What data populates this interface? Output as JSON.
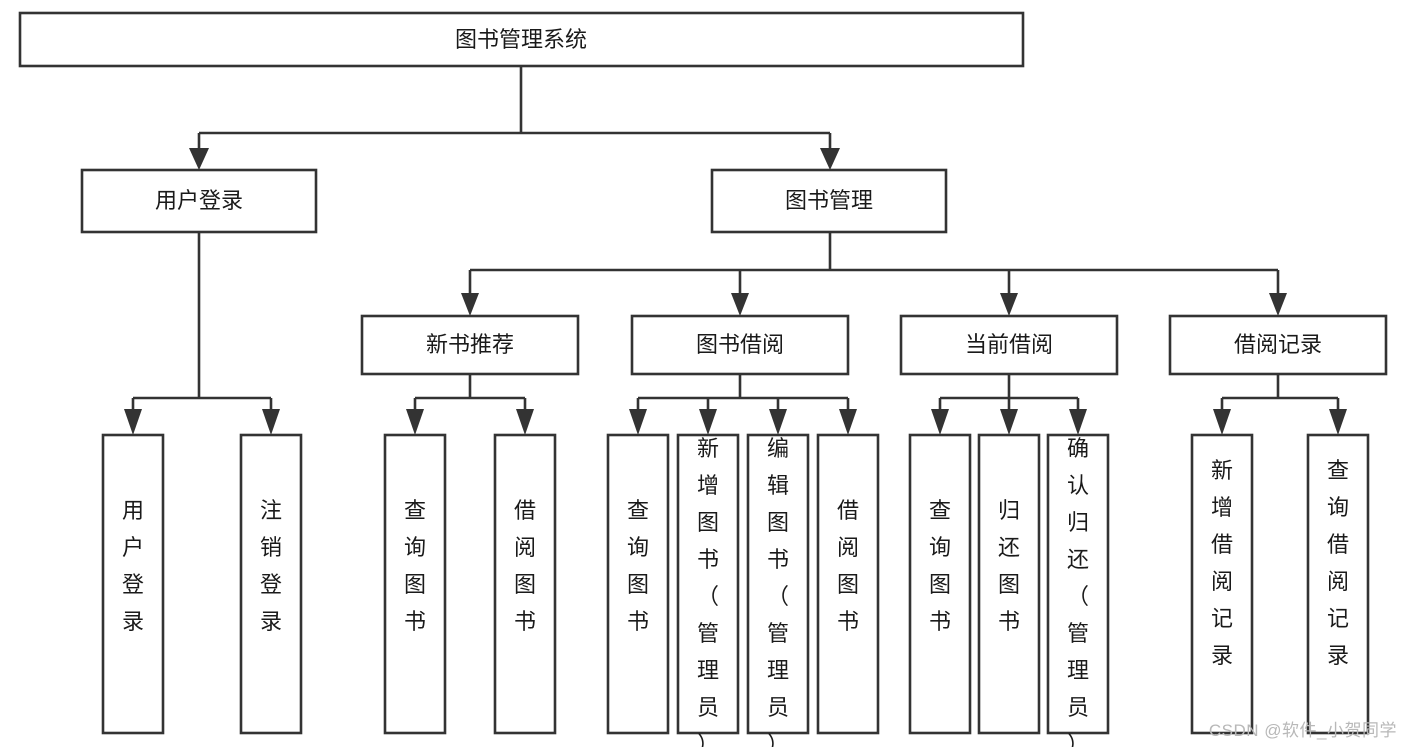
{
  "diagram": {
    "type": "tree-hierarchy",
    "orientation": "top-down",
    "root": {
      "id": "root",
      "label": "图书管理系统"
    },
    "level2": [
      {
        "id": "user-login",
        "label": "用户登录"
      },
      {
        "id": "book-manage",
        "label": "图书管理"
      }
    ],
    "level3": [
      {
        "id": "new-book-rec",
        "label": "新书推荐",
        "parent": "book-manage"
      },
      {
        "id": "book-borrow",
        "label": "图书借阅",
        "parent": "book-manage"
      },
      {
        "id": "current-borrow",
        "label": "当前借阅",
        "parent": "book-manage"
      },
      {
        "id": "borrow-record",
        "label": "借阅记录",
        "parent": "book-manage"
      }
    ],
    "leaves": [
      {
        "id": "leaf-user-login",
        "label": "用户登录",
        "parent": "user-login"
      },
      {
        "id": "leaf-logout",
        "label": "注销登录",
        "parent": "user-login"
      },
      {
        "id": "leaf-query-book-1",
        "label": "查询图书",
        "parent": "new-book-rec"
      },
      {
        "id": "leaf-borrow-book-1",
        "label": "借阅图书",
        "parent": "new-book-rec"
      },
      {
        "id": "leaf-query-book-2",
        "label": "查询图书",
        "parent": "book-borrow"
      },
      {
        "id": "leaf-add-book",
        "label": "新增图书（管理员）",
        "parent": "book-borrow"
      },
      {
        "id": "leaf-edit-book",
        "label": "编辑图书（管理员）",
        "parent": "book-borrow"
      },
      {
        "id": "leaf-borrow-book-2",
        "label": "借阅图书",
        "parent": "book-borrow"
      },
      {
        "id": "leaf-query-book-3",
        "label": "查询图书",
        "parent": "current-borrow"
      },
      {
        "id": "leaf-return-book",
        "label": "归还图书",
        "parent": "current-borrow"
      },
      {
        "id": "leaf-confirm-return",
        "label": "确认归还（管理员）",
        "parent": "current-borrow"
      },
      {
        "id": "leaf-add-record",
        "label": "新增借阅记录",
        "parent": "borrow-record"
      },
      {
        "id": "leaf-query-record",
        "label": "查询借阅记录",
        "parent": "borrow-record"
      }
    ]
  },
  "watermark": {
    "text": "CSDN @软件_小贺同学"
  },
  "colors": {
    "stroke": "#333333",
    "fill": "#ffffff",
    "text": "#1a1a1a",
    "watermark": "#b8b8b8"
  }
}
